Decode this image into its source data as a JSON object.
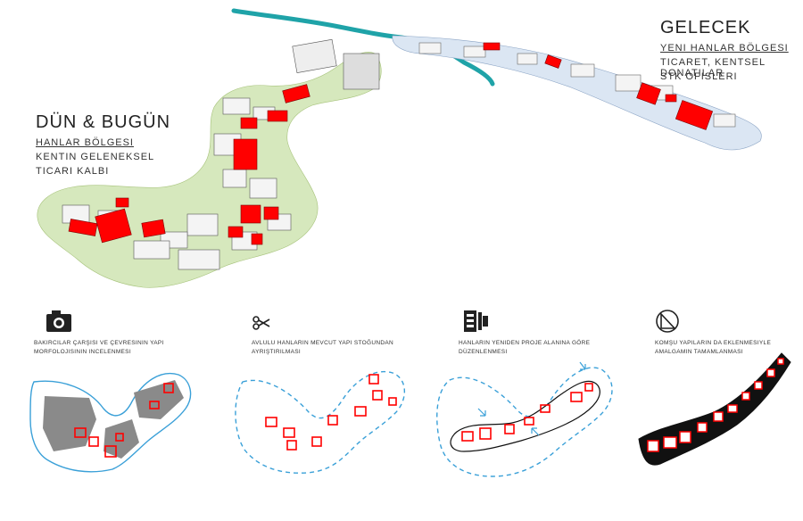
{
  "future": {
    "title": "GELECEK",
    "subtitle": "YENI HANLAR BÖLGESI",
    "lines": [
      "TICARET, KENTSEL DONATILAR",
      "STK OFISLERI"
    ]
  },
  "past": {
    "title": "DÜN & BUGÜN",
    "subtitle": "HANLAR BÖLGESI",
    "lines": [
      "KENTIN GELENEKSEL",
      "TICARI KALBI"
    ]
  },
  "steps": [
    {
      "icon": "camera-icon",
      "lines": [
        "BAKIRCILAR ÇARŞISI VE ÇEVRESININ YAPI",
        "MORFOLOJISININ INCELENMESI"
      ]
    },
    {
      "icon": "scissors-icon",
      "lines": [
        "AVLULU HANLARIN MEVCUT YAPI STOĞUNDAN",
        "AYRIŞTIRILMASI"
      ]
    },
    {
      "icon": "clamp-icon",
      "lines": [
        "HANLARIN YENIDEN PROJE ALANINA GÖRE",
        "DÜZENLENMESI"
      ]
    },
    {
      "icon": "triangle-ruler-icon",
      "lines": [
        "KOMŞU YAPILARIN DA EKLENMESIYLE",
        "AMALGAMIN TAMAMLANMASI"
      ]
    }
  ],
  "colors": {
    "accent": "#ff0000",
    "river": "#1fa3a8",
    "green": "#cfe3b0",
    "blue": "#c8d8ec",
    "dash": "#3aa0d8"
  }
}
